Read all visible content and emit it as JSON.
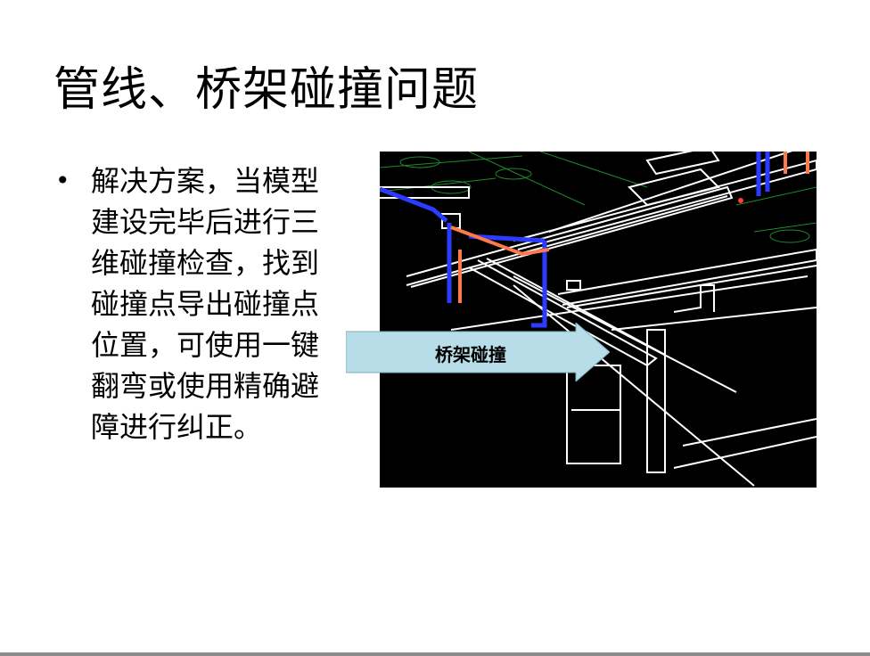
{
  "slide": {
    "title": "管线、桥架碰撞问题",
    "bullet": "解决方案，当模型建设完毕后进行三维碰撞检查，找到碰撞点导出碰撞点位置，可使用一键翻弯或使用精确避障进行纠正。"
  },
  "callout": {
    "label": "桥架碰撞",
    "fill_color": "#b7dde8"
  },
  "image": {
    "description_icon": "cad-3d-clash-view"
  }
}
